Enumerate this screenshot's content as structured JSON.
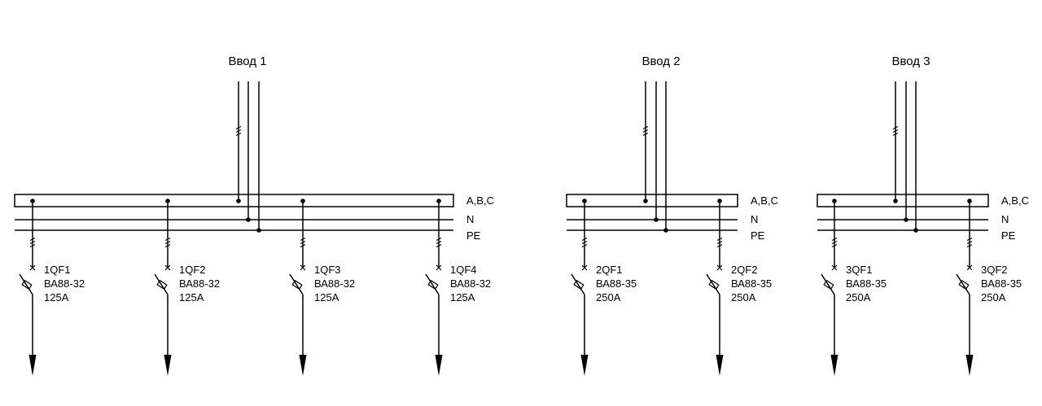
{
  "inputs": [
    {
      "title": "Ввод 1"
    },
    {
      "title": "Ввод 2"
    },
    {
      "title": "Ввод 3"
    }
  ],
  "bus_labels": {
    "phases": "A,B,C",
    "neutral": "N",
    "pe": "PE"
  },
  "breakers": [
    [
      {
        "id": "1QF1",
        "model": "ВА88-32",
        "rating": "125А"
      },
      {
        "id": "1QF2",
        "model": "ВА88-32",
        "rating": "125А"
      },
      {
        "id": "1QF3",
        "model": "ВА88-32",
        "rating": "125А"
      },
      {
        "id": "1QF4",
        "model": "ВА88-32",
        "rating": "125А"
      }
    ],
    [
      {
        "id": "2QF1",
        "model": "ВА88-35",
        "rating": "250А"
      },
      {
        "id": "2QF2",
        "model": "ВА88-35",
        "rating": "250А"
      }
    ],
    [
      {
        "id": "3QF1",
        "model": "ВА88-35",
        "rating": "250А"
      },
      {
        "id": "3QF2",
        "model": "ВА88-35",
        "rating": "250А"
      }
    ]
  ]
}
